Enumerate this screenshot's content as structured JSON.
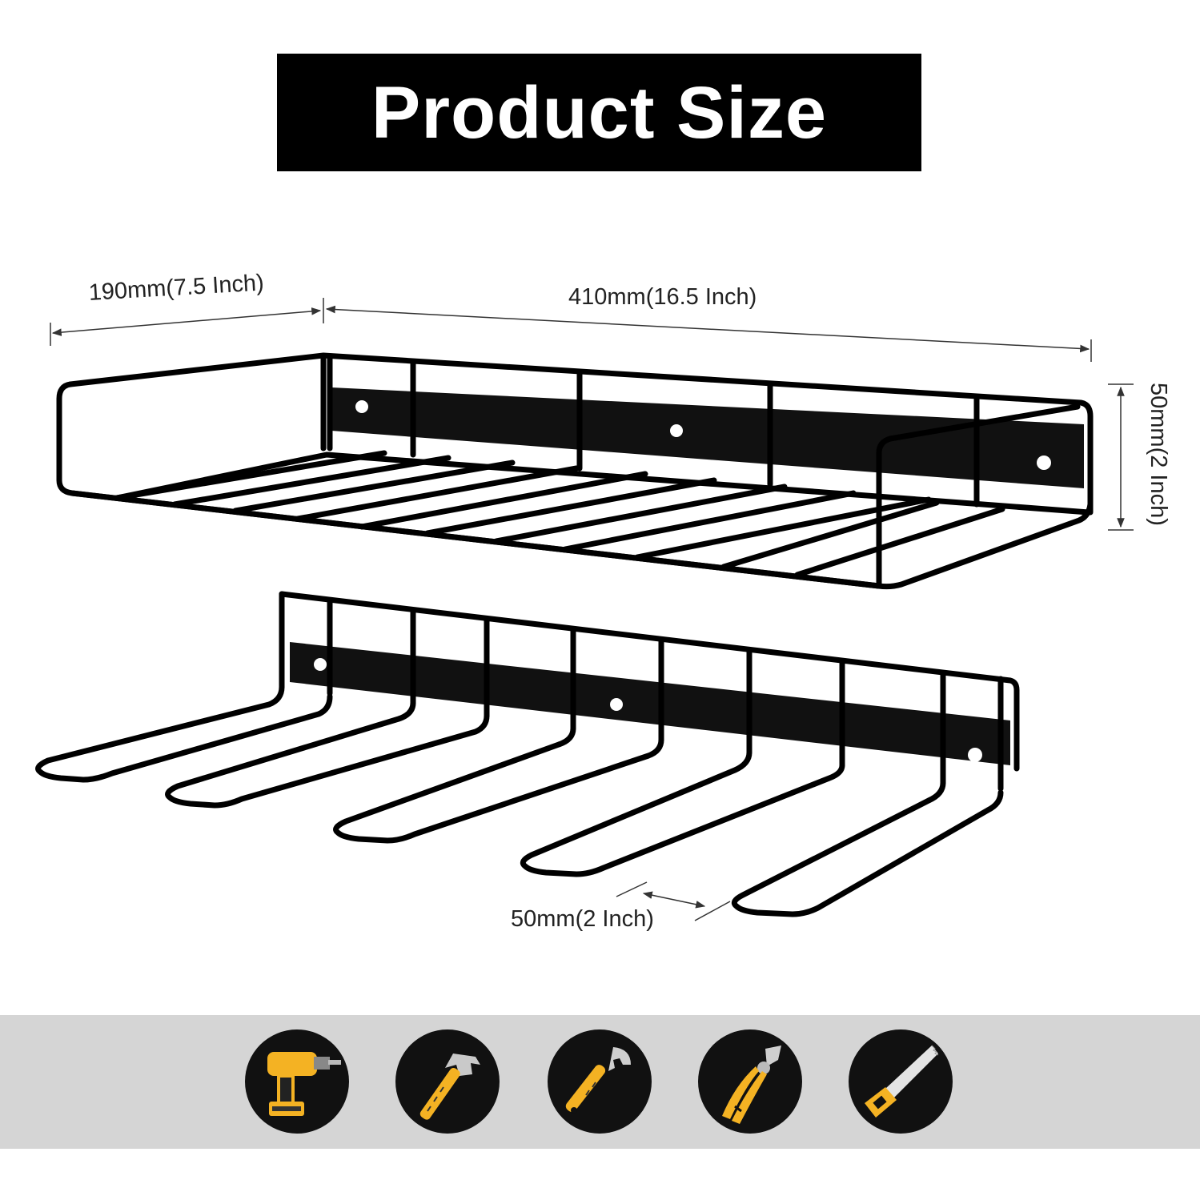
{
  "title": "Product Size",
  "dimensions": {
    "depth": "190mm(7.5 Inch)",
    "length": "410mm(16.5 Inch)",
    "height": "50mm(2 Inch)",
    "slot_spacing": "50mm(2 Inch)"
  },
  "colors": {
    "rack": "#000000",
    "accent": "#f4b223",
    "band": "#d5d5d5",
    "circle": "#111111"
  },
  "tools": [
    {
      "icon": "cordless-drill-icon"
    },
    {
      "icon": "hammer-icon"
    },
    {
      "icon": "adjustable-wrench-icon"
    },
    {
      "icon": "pliers-icon"
    },
    {
      "icon": "hand-saw-icon"
    }
  ]
}
